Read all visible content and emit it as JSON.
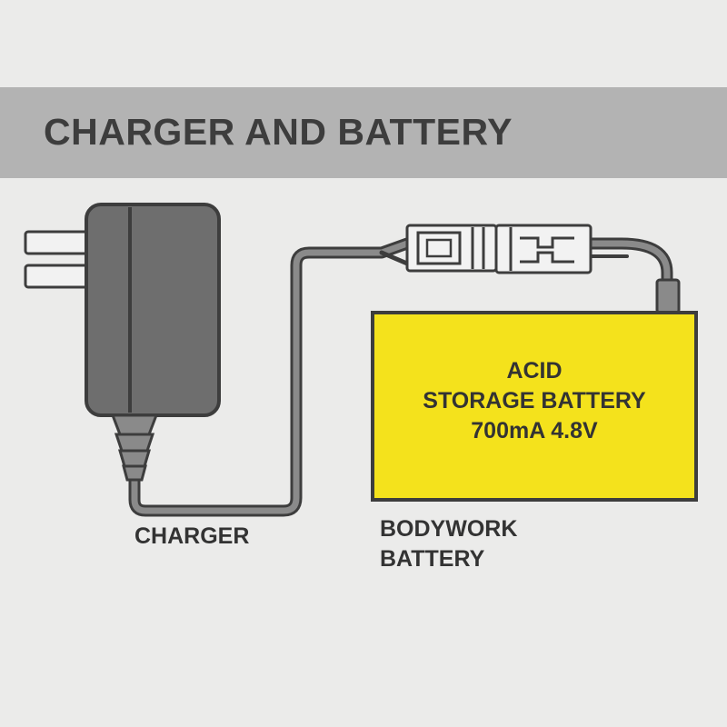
{
  "header": {
    "title": "CHARGER AND BATTERY"
  },
  "battery": {
    "lines": [
      "ACID",
      "STORAGE BATTERY",
      "700mA 4.8V"
    ],
    "fill_color": "#f4e21c"
  },
  "labels": {
    "charger": "CHARGER",
    "bodywork": [
      "BODYWORK",
      "BATTERY"
    ]
  },
  "colors": {
    "background": "#ebebea",
    "header_bar": "#b3b3b3",
    "outline": "#3d3d3d",
    "adapter_body": "#6e6e6e",
    "cable": "#8a8a8a"
  }
}
